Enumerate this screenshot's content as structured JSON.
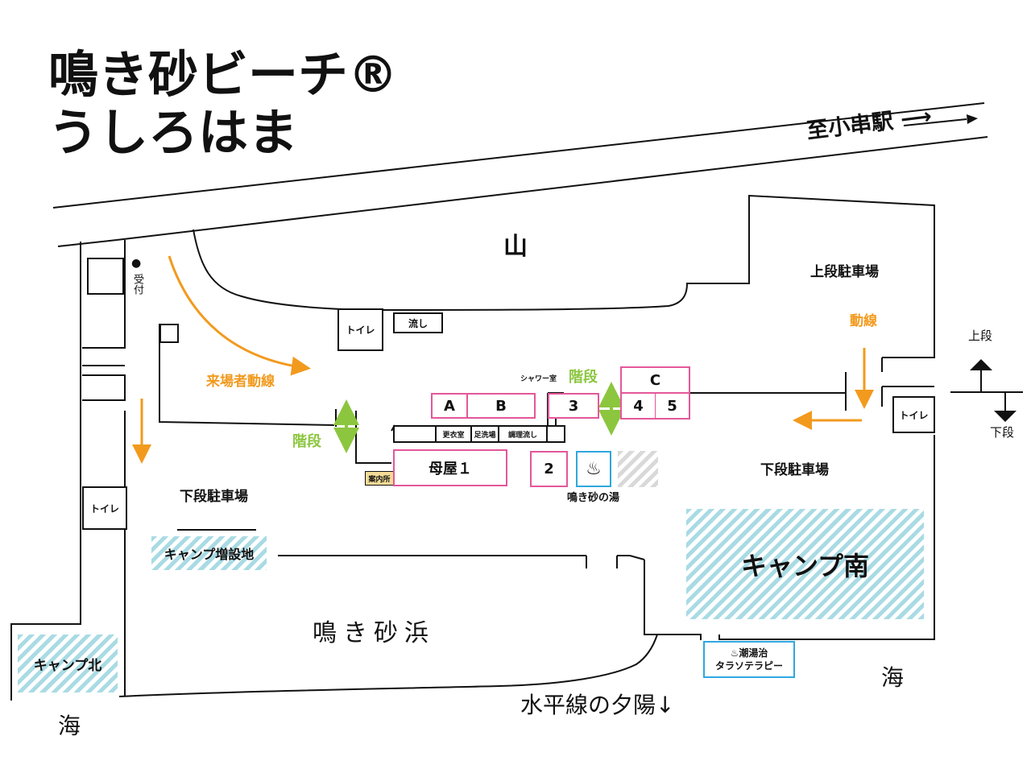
{
  "title": {
    "line1": "鳴き砂ビーチ®",
    "line2": "うしろはま"
  },
  "road_sign": "至小串駅 ⟶",
  "areas": {
    "mountain": "山",
    "upper_parking": "上段駐車場",
    "lower_parking_left": "下段駐車場",
    "lower_parking_right": "下段駐車場",
    "beach": "鳴き砂浜",
    "sea_left": "海",
    "sea_right": "海",
    "sunset": "水平線の夕陽↓"
  },
  "facilities": {
    "reception": "受付",
    "toilet_top": "トイレ",
    "sink_top": "流し",
    "toilet_left": "トイレ",
    "toilet_right": "トイレ",
    "info": "案内所",
    "changing_room": "更衣室",
    "foot_wash": "足洗場",
    "cooking_sink": "調理流し",
    "shower_room": "シャワー室",
    "hot_spring": "鳴き砂の湯",
    "hot_spring_icon": "♨",
    "thalasso_line1": "♨潮湯治",
    "thalasso_line2": "タラソテラピー"
  },
  "buildings": {
    "main_house": "母屋１",
    "a": "A",
    "b": "B",
    "c": "C",
    "n2": "2",
    "n3": "3",
    "n4": "4",
    "n5": "5"
  },
  "camps": {
    "south": "キャンプ南",
    "north": "キャンプ北",
    "extension": "キャンプ増設地"
  },
  "routes": {
    "visitor_flow": "来場者動線",
    "flow": "動線",
    "stairs_left": "階段",
    "stairs_center": "階段"
  },
  "legend": {
    "upper": "上段",
    "lower": "下段"
  },
  "icons": {
    "reception_dot": "bullet-icon",
    "hot_spring": "hot-spring-icon",
    "arrow_up": "arrow-up-icon",
    "arrow_down": "arrow-down-icon"
  },
  "colors": {
    "route_orange": "#f29a1e",
    "stairs_green": "#8cc63f",
    "building_pink": "#e4579a",
    "spa_blue": "#2ea8e0",
    "camp_stripe": "#a9dbe4"
  }
}
